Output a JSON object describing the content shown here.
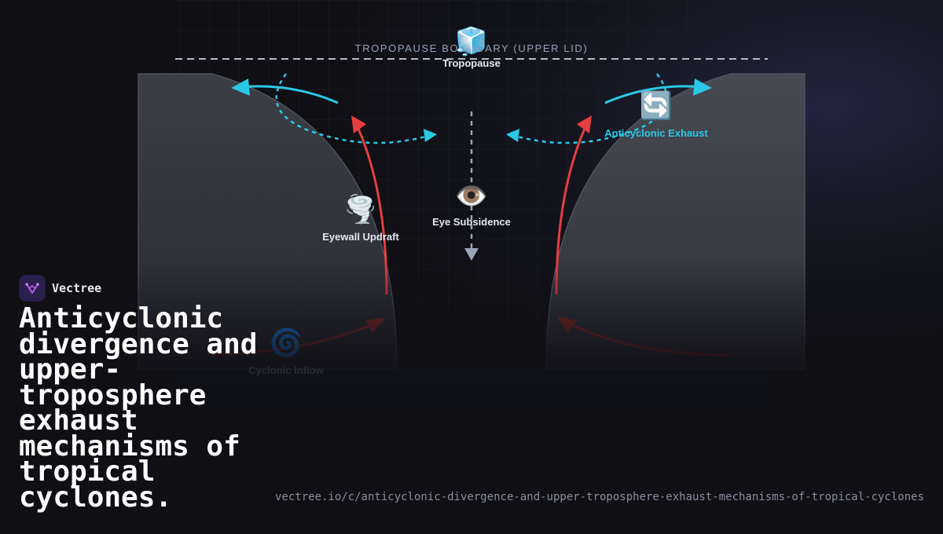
{
  "diagram": {
    "tropopause_caption": "TROPOPAUSE BOUNDARY (UPPER LID)",
    "nodes": {
      "tropopause": {
        "label": "Tropopause",
        "icon": "ice-cube-icon",
        "glyph": "🧊"
      },
      "anticyclonic_exhaust": {
        "label": "Anticyclonic Exhaust",
        "icon": "recycle-arrows-icon",
        "glyph": "🔄"
      },
      "eye_subsidence": {
        "label": "Eye Subsidence",
        "icon": "eye-icon",
        "glyph": "👁️"
      },
      "eyewall_updraft": {
        "label": "Eyewall Updraft",
        "icon": "tornado-icon",
        "glyph": "🌪️"
      },
      "cyclonic_inflow": {
        "label": "Cyclonic Inflow",
        "icon": "cyclone-icon",
        "glyph": "🌀"
      }
    },
    "colors": {
      "updraft": "#e53e3e",
      "inflow": "#8f2b2b",
      "outflow": "#29c9e6",
      "subsidence": "#9aa3b8",
      "exhaust_label": "#29c9e6"
    }
  },
  "brand": {
    "name": "Vectree",
    "icon": "vectree-logo-icon"
  },
  "headline": "Anticyclonic divergence and upper-troposphere exhaust mechanisms of tropical cyclones.",
  "source_url": "vectree.io/c/anticyclonic-divergence-and-upper-troposphere-exhaust-mechanisms-of-tropical-cyclones"
}
